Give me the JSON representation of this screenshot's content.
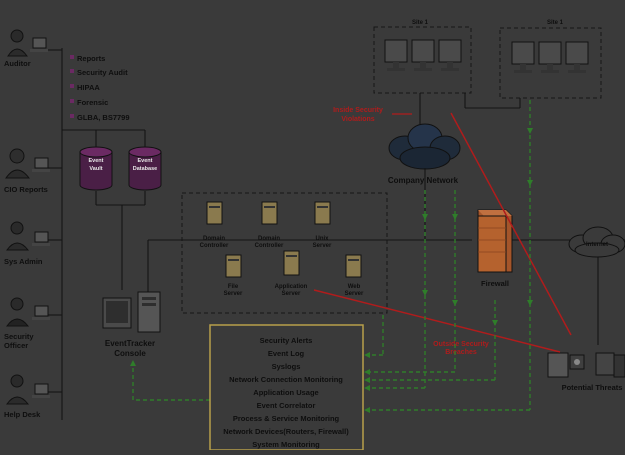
{
  "roles": {
    "auditor": "Auditor",
    "cio": "CIO Reports",
    "sysadmin": "Sys Admin",
    "security_officer_line1": "Security",
    "security_officer_line2": "Officer",
    "help_desk": "Help Desk"
  },
  "reports_list": [
    "Reports",
    "Security Audit",
    "HIPAA",
    "Forensic",
    "GLBA, BS7799"
  ],
  "storage": {
    "vault_line1": "Event",
    "vault_line2": "Vault",
    "db_line1": "Event",
    "db_line2": "Database"
  },
  "sites": {
    "site_a": "Site 1",
    "site_b": "Site 1"
  },
  "annotations": {
    "inside_line1": "Inside Security",
    "inside_line2": "Violations",
    "outside_line1": "Outside Security",
    "outside_line2": "Breaches"
  },
  "network": {
    "company": "Company Network",
    "firewall": "Firewall",
    "internet": "Internet",
    "threats": "Potential Threats"
  },
  "servers": {
    "dc1_line1": "Domain",
    "dc1_line2": "Controller",
    "dc2_line1": "Domain",
    "dc2_line2": "Controller",
    "unix_line1": "Unix",
    "unix_line2": "Server",
    "file_line1": "File",
    "file_line2": "Server",
    "app_line1": "Application",
    "app_line2": "Server",
    "web_line1": "Web",
    "web_line2": "Server"
  },
  "console": {
    "line1": "EventTracker",
    "line2": "Console"
  },
  "features": [
    "Security Alerts",
    "Event Log",
    "Syslogs",
    "Network Connection Monitoring",
    "Application Usage",
    "Event Correlator",
    "Process & Service Monitoring",
    "Network Devices(Routers, Firewall)",
    "System Monitoring"
  ],
  "colors": {
    "background": "#3a3a3a",
    "accent_red": "#b01c1c",
    "flow_green": "#2f7d2a",
    "box_yellow": "#b8a04a",
    "firewall_orange": "#b5622e",
    "bullet_purple": "#6b2a63"
  }
}
